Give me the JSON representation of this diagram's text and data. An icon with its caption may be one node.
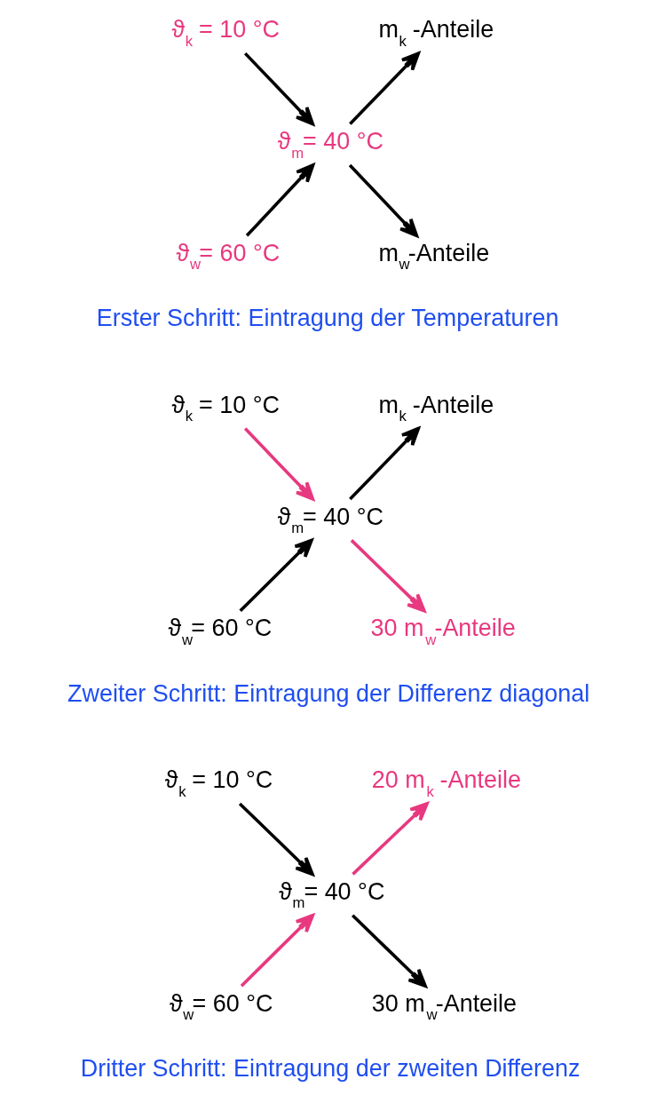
{
  "diagram": {
    "nodes": [
      {
        "text": [
          "ϑ$_{k}$ = 10 °C"
        ]
      },
      {
        "text": [
          "m$_{k}$ -Anteile"
        ]
      },
      {
        "text": [
          "ϑ$_{m}$= 40 °C"
        ]
      },
      {
        "text": [
          "ϑ$_{w}$= 60 °C"
        ]
      },
      {
        "text": [
          "m$_{w}$-Anteile"
        ]
      },
      {
        "text": [
          "ϑ$_{k}$ = 10 °C"
        ]
      },
      {
        "text": [
          "m$_{k}$ -Anteile"
        ]
      },
      {
        "text": [
          "ϑ$_{m}$= 40 °C"
        ]
      },
      {
        "text": [
          "ϑ$_{w}$= 60 °C"
        ]
      },
      {
        "text": [
          "30 m$_{w}$-Anteile"
        ]
      },
      {
        "text": [
          "ϑ$_{k}$ = 10 °C"
        ]
      },
      {
        "text": [
          "20 m$_{k}$ -Anteile"
        ]
      },
      {
        "text": [
          "ϑ$_{m}$= 40 °C"
        ]
      },
      {
        "text": [
          "ϑ$_{w}$= 60 °C"
        ]
      },
      {
        "text": [
          "30 m$_{w}$-Anteile"
        ]
      }
    ],
    "edges": [
      {
        "from": 0,
        "to": 2,
        "arrow": "to"
      },
      {
        "from": 2,
        "to": 1,
        "arrow": "to"
      },
      {
        "from": 3,
        "to": 2,
        "arrow": "to"
      },
      {
        "from": 2,
        "to": 4,
        "arrow": "to"
      },
      {
        "from": 5,
        "to": 7,
        "arrow": "to",
        "color": "#e8387f"
      },
      {
        "from": 7,
        "to": 6,
        "arrow": "to"
      },
      {
        "from": 8,
        "to": 7,
        "arrow": "to"
      },
      {
        "from": 7,
        "to": 9,
        "arrow": "to",
        "color": "#e8387f"
      },
      {
        "from": 10,
        "to": 12,
        "arrow": "to"
      },
      {
        "from": 12,
        "to": 11,
        "arrow": "to",
        "color": "#e8387f"
      },
      {
        "from": 13,
        "to": 12,
        "arrow": "to",
        "color": "#e8387f"
      },
      {
        "from": 12,
        "to": 14,
        "arrow": "to"
      }
    ],
    "labels": [
      "Erster Schritt: Eintragung der Temperaturen",
      "Zweiter Schritt: Eintragung der Differenz diagonal",
      "Dritter Schritt: Eintragung der zweiten Differenz"
    ]
  }
}
